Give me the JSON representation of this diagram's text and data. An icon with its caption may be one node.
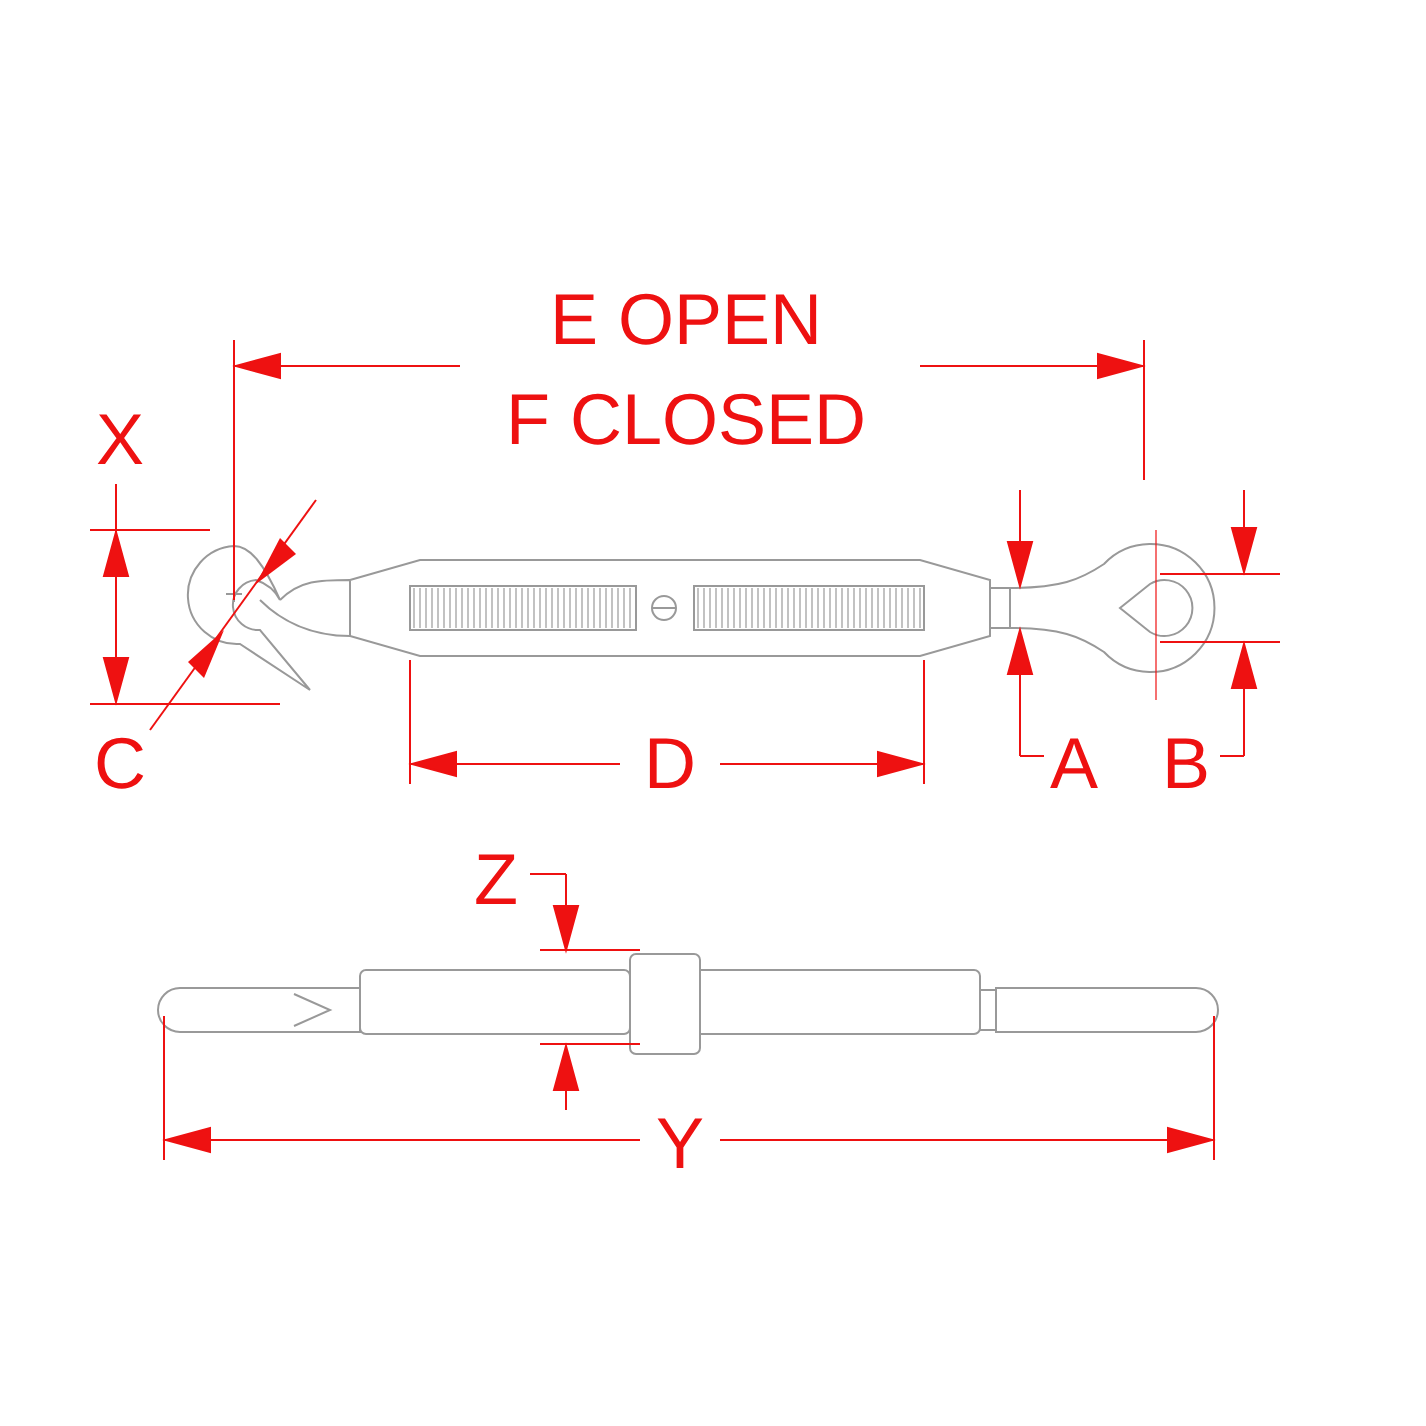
{
  "diagram": {
    "labels": [
      "E OPEN",
      "X",
      "F CLOSED",
      "C",
      "D",
      "A",
      "B",
      "Z",
      "Y"
    ]
  }
}
